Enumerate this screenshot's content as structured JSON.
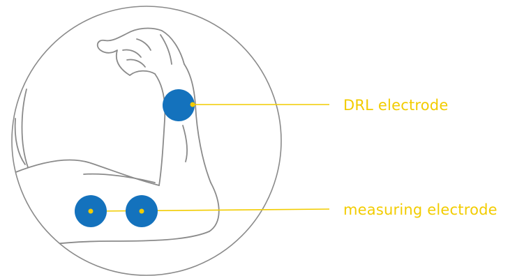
{
  "labels": {
    "drl": "DRL electrode",
    "measuring": "measuring electrode"
  },
  "colors": {
    "electrode": "#1472bd",
    "leader_line": "#f2cc00",
    "label_text": "#f2cc00",
    "outline": "#8a8a8a"
  },
  "icons": {
    "arm": "flexed-arm-illustration",
    "electrode": "filled-circle"
  }
}
